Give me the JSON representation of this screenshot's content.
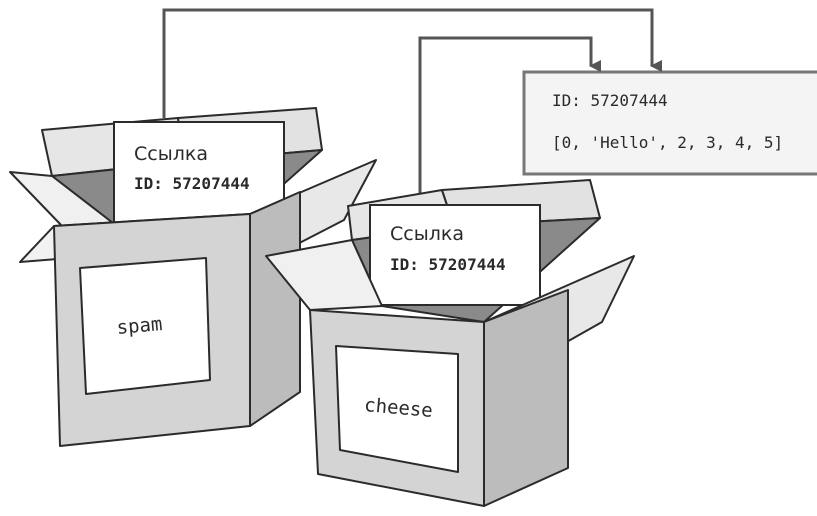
{
  "target_object": {
    "id_text": "ID: 57207444",
    "value_text": "[0, 'Hello', 2, 3, 4, 5]"
  },
  "boxes": [
    {
      "variable_name": "spam",
      "card_title": "Ссылка",
      "card_id": "ID: 57207444"
    },
    {
      "variable_name": "cheese",
      "card_title": "Ссылка",
      "card_id": "ID: 57207444"
    }
  ],
  "colors": {
    "box_top": "#ededed",
    "box_front": "#d4d4d4",
    "box_side": "#bcbcbc",
    "box_inside": "#8a8a8a",
    "card": "#ffffff",
    "stroke": "#2b2b2b",
    "arrow": "#555555"
  }
}
